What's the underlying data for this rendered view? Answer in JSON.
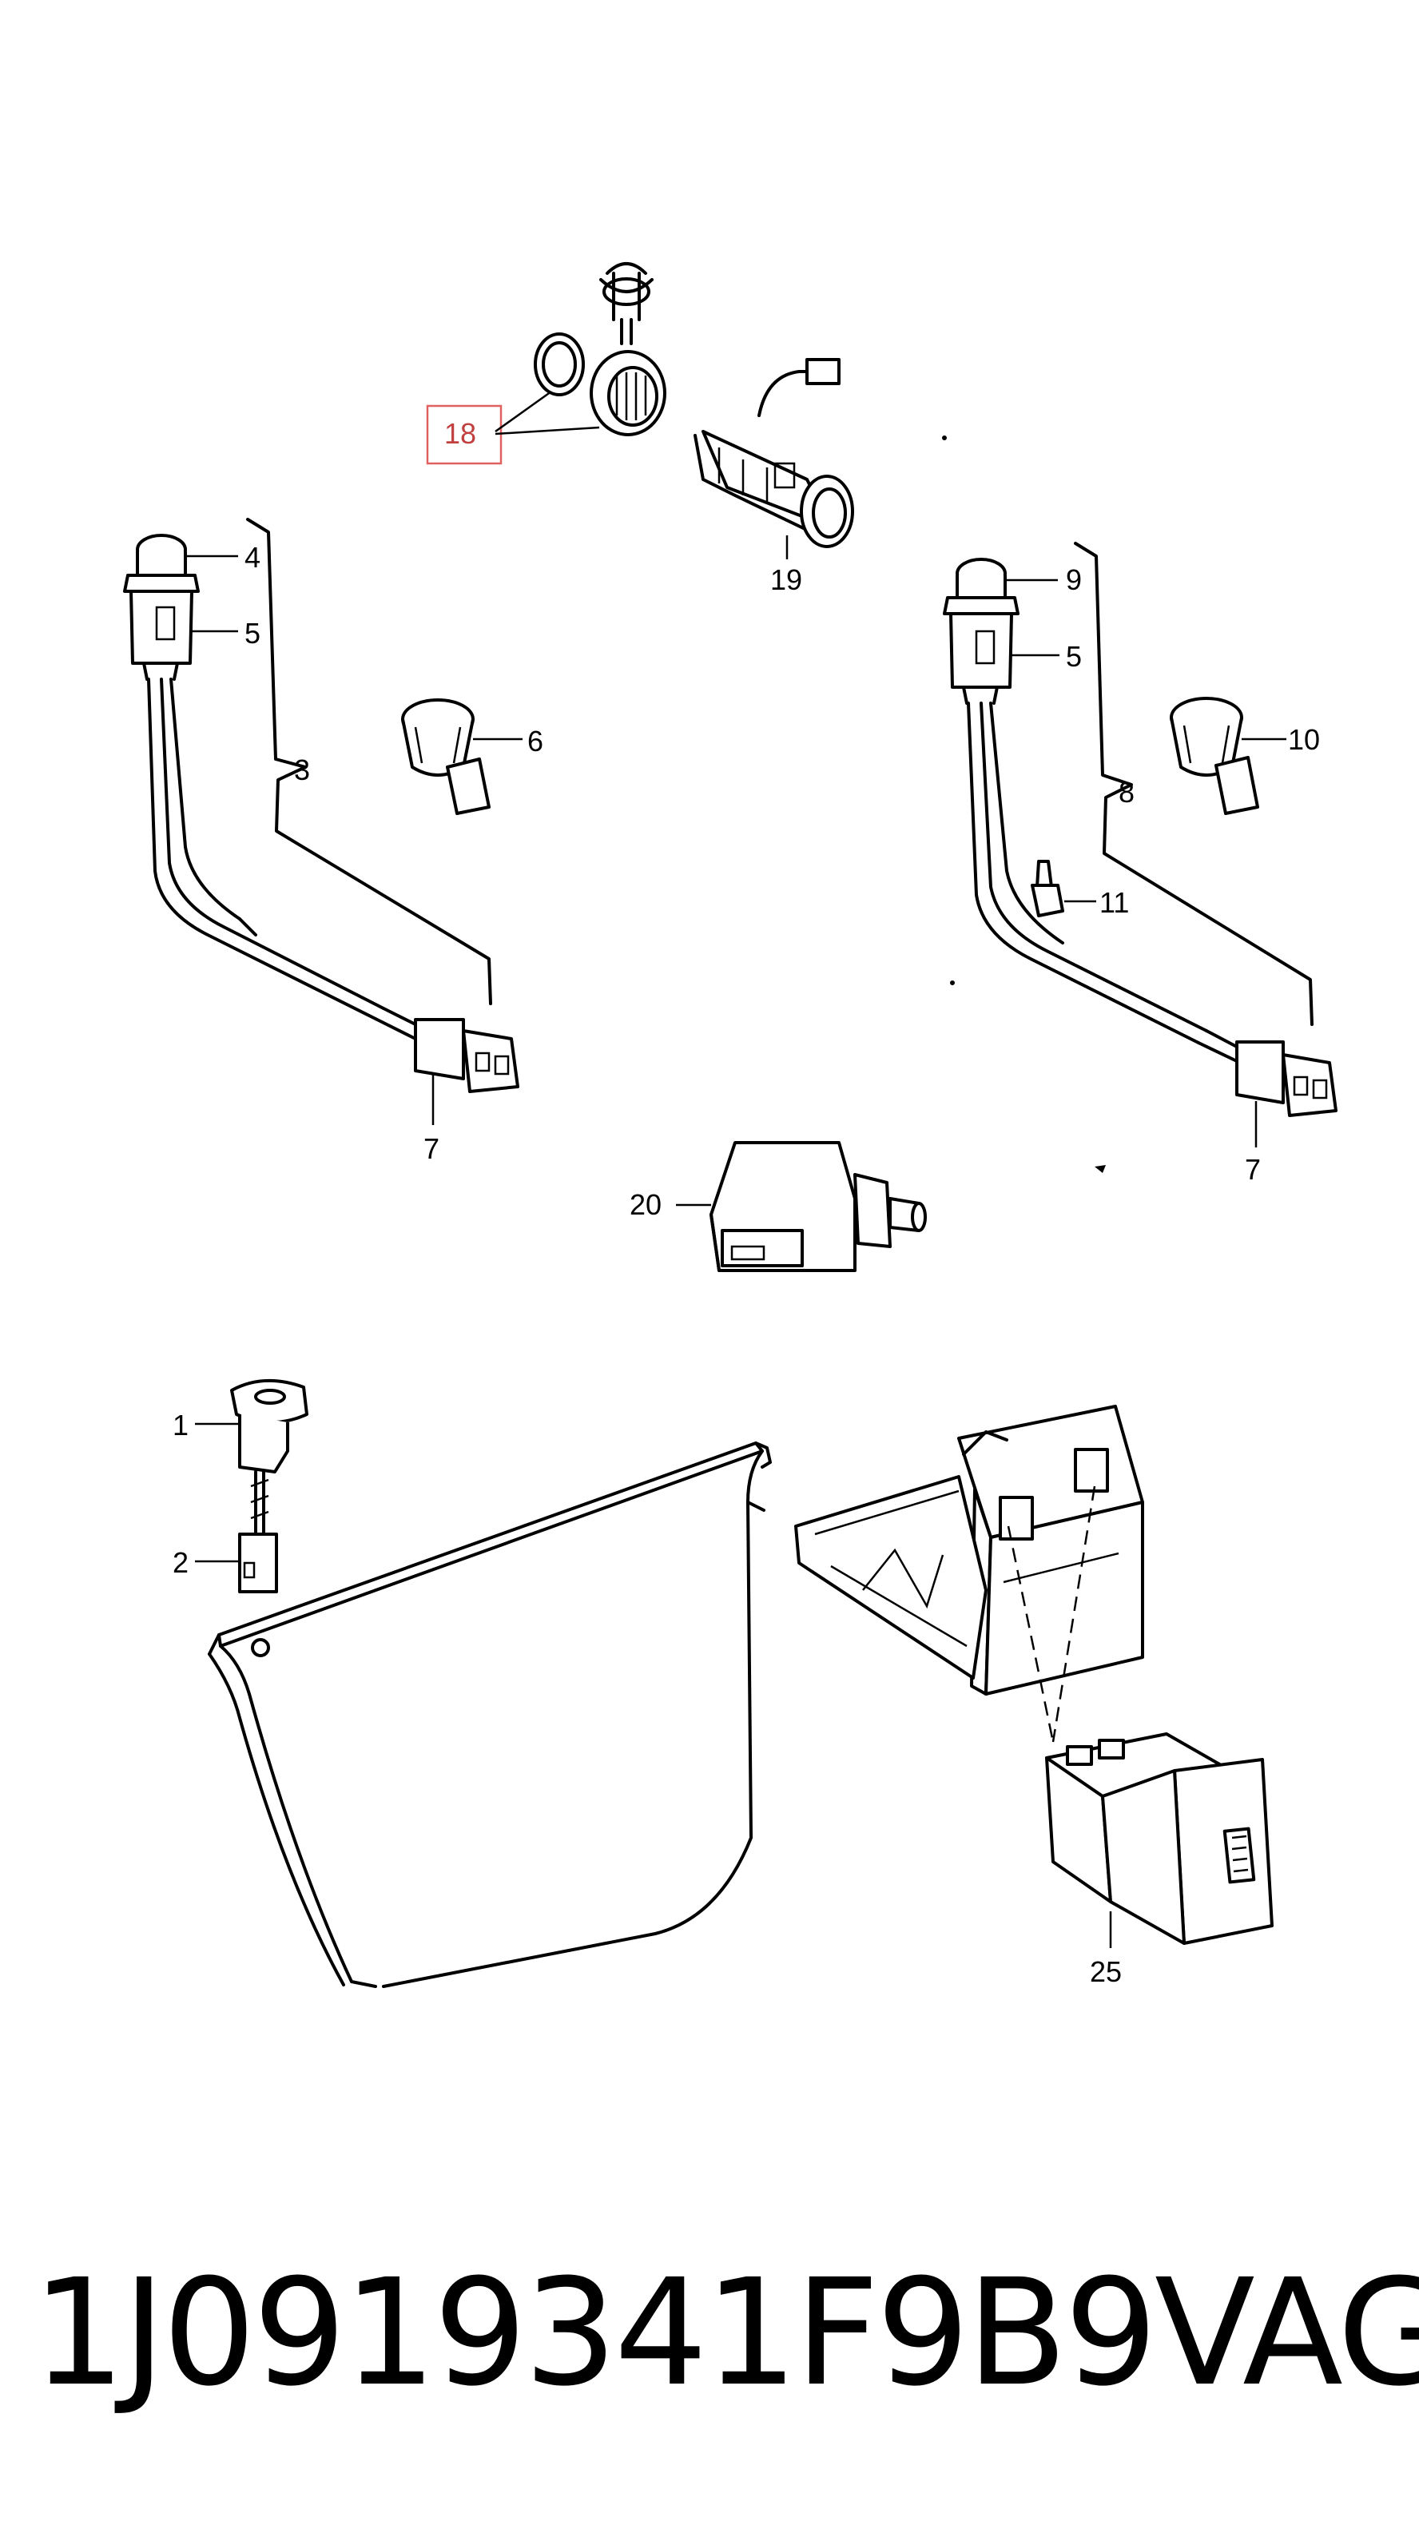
{
  "diagram": {
    "callouts": {
      "c1": "1",
      "c2": "2",
      "c3": "3",
      "c4": "4",
      "c5a": "5",
      "c5b": "5",
      "c6": "6",
      "c7a": "7",
      "c7b": "7",
      "c8": "8",
      "c9": "9",
      "c10": "10",
      "c11": "11",
      "c18": "18",
      "c19": "19",
      "c20": "20",
      "c25": "25"
    },
    "highlight_color": "#e06060"
  },
  "footer": {
    "part_number": "1J0919341F9B9",
    "brand": "VAG"
  }
}
